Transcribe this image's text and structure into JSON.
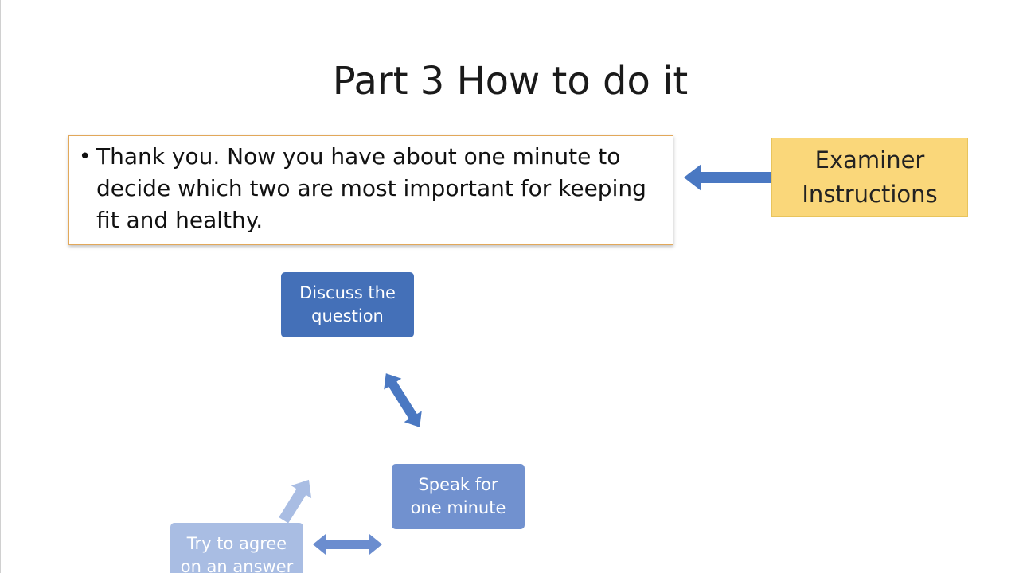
{
  "slide": {
    "title": "Part 3 How to do it",
    "instruction": {
      "bullet": "•",
      "text": "Thank you. Now you have about one minute to decide which two are most important for keeping fit and healthy."
    },
    "examiner_label_line1": "Examiner",
    "examiner_label_line2": "Instructions"
  },
  "flow": {
    "nodes": [
      {
        "line1": "Discuss the",
        "line2": "question"
      },
      {
        "line1": "Speak for",
        "line2": "one minute"
      },
      {
        "line1": "Try to agree",
        "line2": "on an answer"
      }
    ]
  },
  "colors": {
    "node_primary": "#4470b8",
    "node_secondary": "#7191cf",
    "node_tertiary": "#a9bde3",
    "examiner_fill": "#fad77a",
    "instruction_border": "#e2a85a",
    "arrow": "#4a78c2"
  }
}
